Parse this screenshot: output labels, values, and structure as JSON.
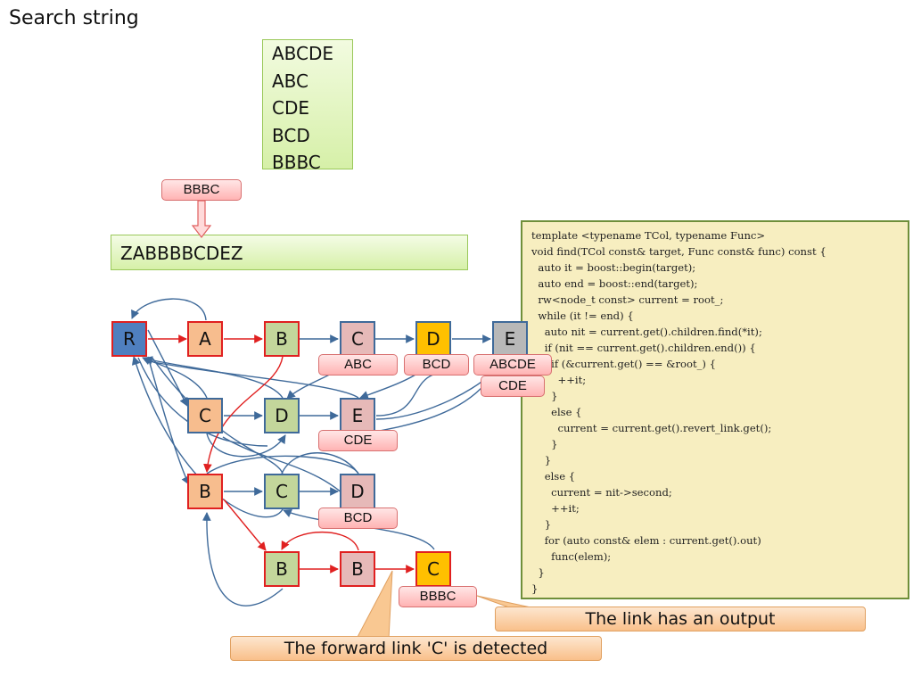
{
  "title": "Search string",
  "patterns": [
    "ABCDE",
    "ABC",
    "CDE",
    "BCD",
    "BBBC"
  ],
  "current_match": "BBBC",
  "input_text": "ZABBBBCDEZ",
  "nodes": {
    "R": "R",
    "A": "A",
    "AB": "B",
    "ABC": "C",
    "ABCD": "D",
    "ABCDE": "E",
    "C": "C",
    "CD": "D",
    "CDE": "E",
    "B": "B",
    "BC": "C",
    "BCD": "D",
    "BB": "B",
    "BBB": "B",
    "BBBC": "C"
  },
  "outputs": {
    "ABC": "ABC",
    "ABCD": "BCD",
    "ABCDE_1": "ABCDE",
    "ABCDE_2": "CDE",
    "CDE": "CDE",
    "BCD": "BCD",
    "BBBC": "BBBC"
  },
  "code": [
    "template <typename TCol, typename Func>",
    "void find(TCol const& target, Func const& func) const {",
    "  auto it = boost::begin(target);",
    "  auto end = boost::end(target);",
    "  rw<node_t const> current = root_;",
    "  while (it != end) {",
    "    auto nit = current.get().children.find(*it);",
    "    if (nit == current.get().children.end()) {",
    "      if (&current.get() == &root_) {",
    "        ++it;",
    "      }",
    "      else {",
    "        current = current.get().revert_link.get();",
    "      }",
    "    }",
    "    else {",
    "      current = nit->second;",
    "      ++it;",
    "    }",
    "    for (auto const& elem : current.get().out)",
    "      func(elem);",
    "  }",
    "}"
  ],
  "callouts": {
    "output_link": "The link has an output",
    "forward_link": "The forward link 'C' is detected"
  },
  "colors": {
    "edge_blue": "#3f6a9a",
    "edge_red": "#e02020",
    "root": "#4f7fbf",
    "highlight": "#f09890"
  }
}
